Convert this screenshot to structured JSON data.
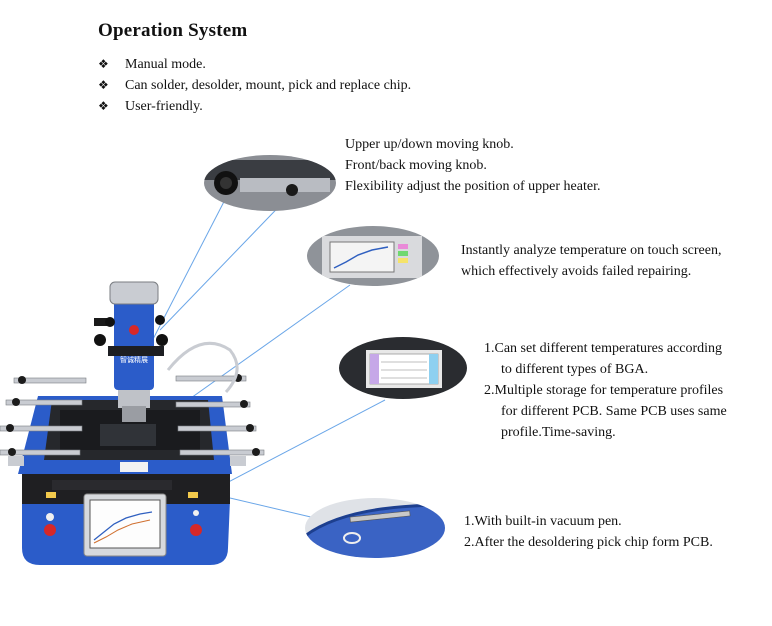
{
  "heading": "Operation System",
  "bullets": [
    "Manual mode.",
    "Can solder, desolder, mount, pick and replace chip.",
    "User-friendly."
  ],
  "callouts": {
    "knobs": {
      "lines": [
        "Upper up/down moving knob.",
        "Front/back moving knob.",
        "Flexibility adjust the position of upper heater."
      ]
    },
    "touch_screen": {
      "lines": [
        "Instantly analyze temperature on touch screen,",
        "which effectively avoids failed repairing."
      ]
    },
    "temperature": {
      "item1": {
        "num": "1.",
        "first": "Can set different temperatures according",
        "rest": "to different types of BGA."
      },
      "item2": {
        "num": "2.",
        "first": "Multiple storage for temperature profiles",
        "rest2": "for different PCB. Same PCB uses same",
        "rest3": "profile.Time-saving."
      }
    },
    "vacuum": {
      "lines": [
        "1.With built-in vacuum pen.",
        "2.After the desoldering pick chip form PCB."
      ]
    }
  },
  "machine_label": "智诚精展",
  "colors": {
    "machine_blue": "#2b5cc9",
    "frame": "#c9ccd2",
    "dark": "#1c1c1c",
    "red_button": "#d62828",
    "leader": "#6aa6e8"
  }
}
